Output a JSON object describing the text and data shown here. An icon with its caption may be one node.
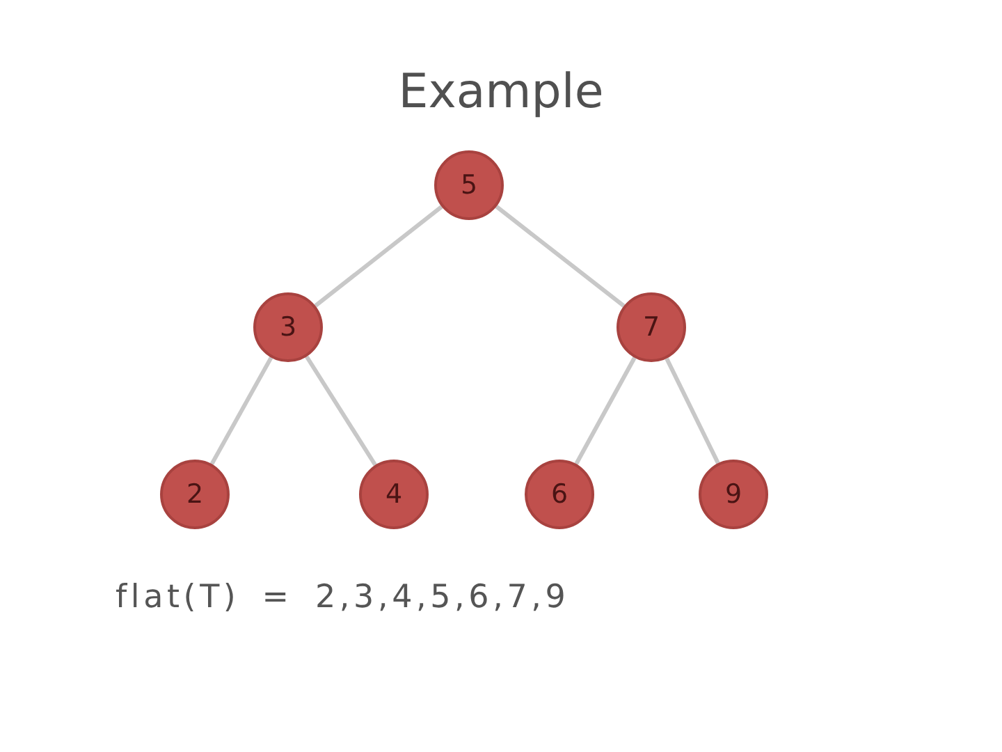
{
  "diagram": {
    "title": "Example",
    "nodes": [
      {
        "text": [
          "5"
        ]
      },
      {
        "text": [
          "3"
        ]
      },
      {
        "text": [
          "7"
        ]
      },
      {
        "text": [
          "2"
        ]
      },
      {
        "text": [
          "4"
        ]
      },
      {
        "text": [
          "6"
        ]
      },
      {
        "text": [
          "9"
        ]
      }
    ],
    "edges": [
      {
        "from": 0,
        "to": 1,
        "arrow": "none"
      },
      {
        "from": 0,
        "to": 2,
        "arrow": "none"
      },
      {
        "from": 1,
        "to": 3,
        "arrow": "none"
      },
      {
        "from": 1,
        "to": 4,
        "arrow": "none"
      },
      {
        "from": 2,
        "to": 5,
        "arrow": "none"
      },
      {
        "from": 2,
        "to": 6,
        "arrow": "none"
      }
    ],
    "labels": [
      "flat(T) = 2,3,4,5,6,7,9"
    ]
  }
}
